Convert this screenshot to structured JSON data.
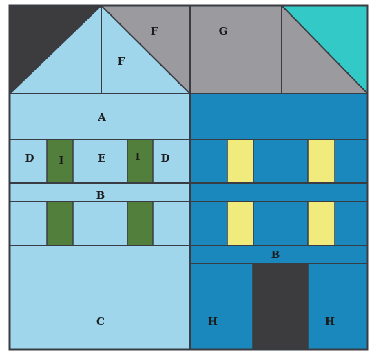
{
  "colors": {
    "light_blue": "#9fd6ec",
    "dark_blue": "#1a87bd",
    "gray": "#9a9a9f",
    "charcoal": "#3c3b3d",
    "teal": "#33c9c6",
    "green": "#52803c",
    "yellow": "#f1ea7c",
    "outline": "#3a3c44",
    "paper": "#ffffff"
  },
  "labels": {
    "roof_f_left": "F",
    "roof_f_right": "F",
    "roof_g": "G",
    "band_a": "A",
    "side_d_left": "D",
    "shutter_i_left": "I",
    "center_e": "E",
    "shutter_i_right": "I",
    "side_d_right": "D",
    "band_b_left": "B",
    "band_b_right": "B",
    "base_c": "C",
    "door_h_left": "H",
    "door_h_right": "H"
  }
}
